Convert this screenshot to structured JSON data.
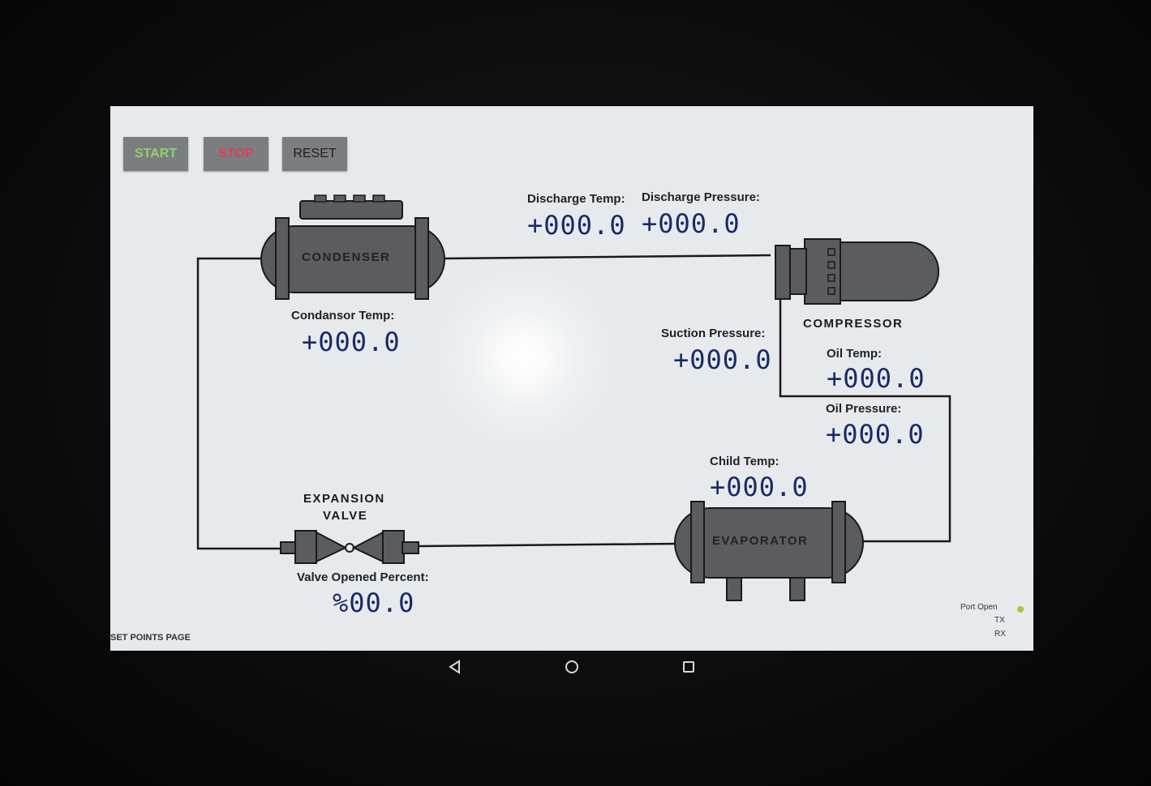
{
  "buttons": {
    "start": "START",
    "stop": "STOP",
    "reset": "RESET"
  },
  "components": {
    "condenser": "CONDENSER",
    "compressor": "COMPRESSOR",
    "evaporator": "EVAPORATOR",
    "expansion_valve_line1": "EXPANSION",
    "expansion_valve_line2": "VALVE"
  },
  "readings": {
    "discharge_temp": {
      "label": "Discharge Temp:",
      "value": "+000.0"
    },
    "discharge_pressure": {
      "label": "Discharge Pressure:",
      "value": "+000.0"
    },
    "condensor_temp": {
      "label": "Condansor Temp:",
      "value": "+000.0"
    },
    "suction_pressure": {
      "label": "Suction Pressure:",
      "value": "+000.0"
    },
    "oil_temp": {
      "label": "Oil Temp:",
      "value": "+000.0"
    },
    "oil_pressure": {
      "label": "Oil Pressure:",
      "value": "+000.0"
    },
    "child_temp": {
      "label": "Child Temp:",
      "value": "+000.0"
    },
    "valve_opened_percent": {
      "label": "Valve Opened Percent:",
      "value": "%00.0"
    }
  },
  "footer": {
    "set_points_link": "SET POINTS PAGE",
    "port_status": "Port Open",
    "tx": "TX",
    "rx": "RX"
  },
  "colors": {
    "start": "#8cd36a",
    "stop": "#e04050",
    "value_text": "#1a2a66",
    "equipment": "#5a5c5f",
    "port_led": "#a6c43c"
  }
}
